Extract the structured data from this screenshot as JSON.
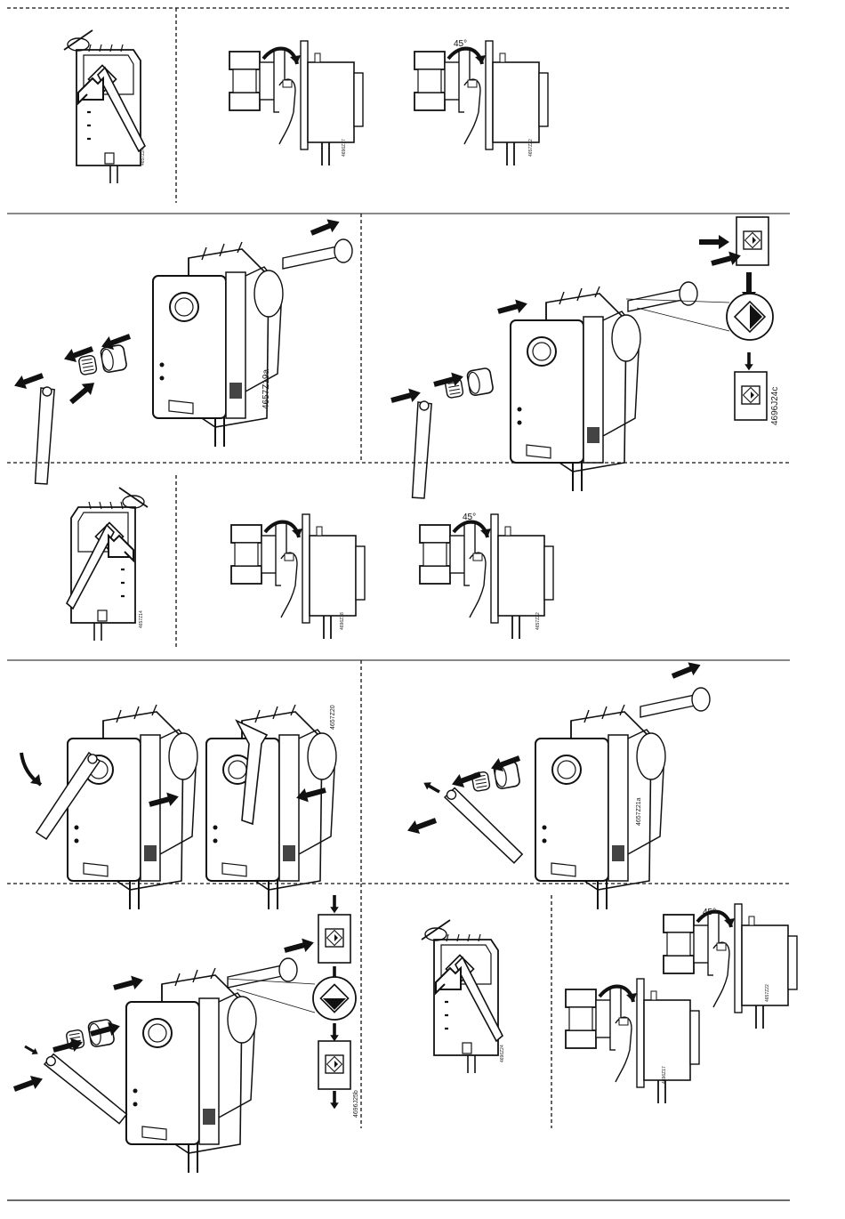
{
  "figures": {
    "r1_handle": "4657Z24",
    "r1_valve_a": "4696Z17",
    "r1_valve_b": "4657Z22",
    "r2_left": "4657Z19a",
    "r2_right": "4696J24c",
    "r3_handle": "4657Z14",
    "r3_valve_a": "4696Z18",
    "r3_valve_b": "4657Z22",
    "r4_left": "4657Z20",
    "r4_right": "4657Z21a",
    "r5_left": "4696J25b",
    "r5_handle": "4696Z24",
    "r5_valve_a": "4696Z17",
    "r5_valve_b": "4657Z22"
  },
  "angle_label": "45°"
}
